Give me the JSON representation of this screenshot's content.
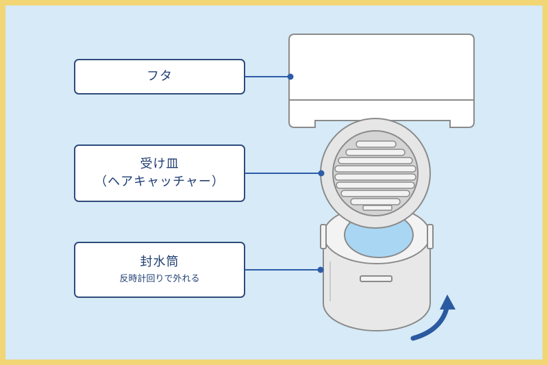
{
  "labels": {
    "lid": {
      "title": "フタ"
    },
    "tray": {
      "title": "受け皿",
      "subtitle": "（ヘアキャッチャー）"
    },
    "trap": {
      "title": "封水筒",
      "note": "反時計回りで外れる"
    }
  },
  "colors": {
    "frame": "#f2d676",
    "background": "#d6eaf7",
    "outline": "#8a8a8a",
    "label_text": "#1f3d72",
    "leader": "#2d5ba8",
    "arrow": "#2c5aa0",
    "water": "#a9d6f3"
  },
  "icons": {
    "rotation": "counterclockwise-arrow-icon"
  }
}
